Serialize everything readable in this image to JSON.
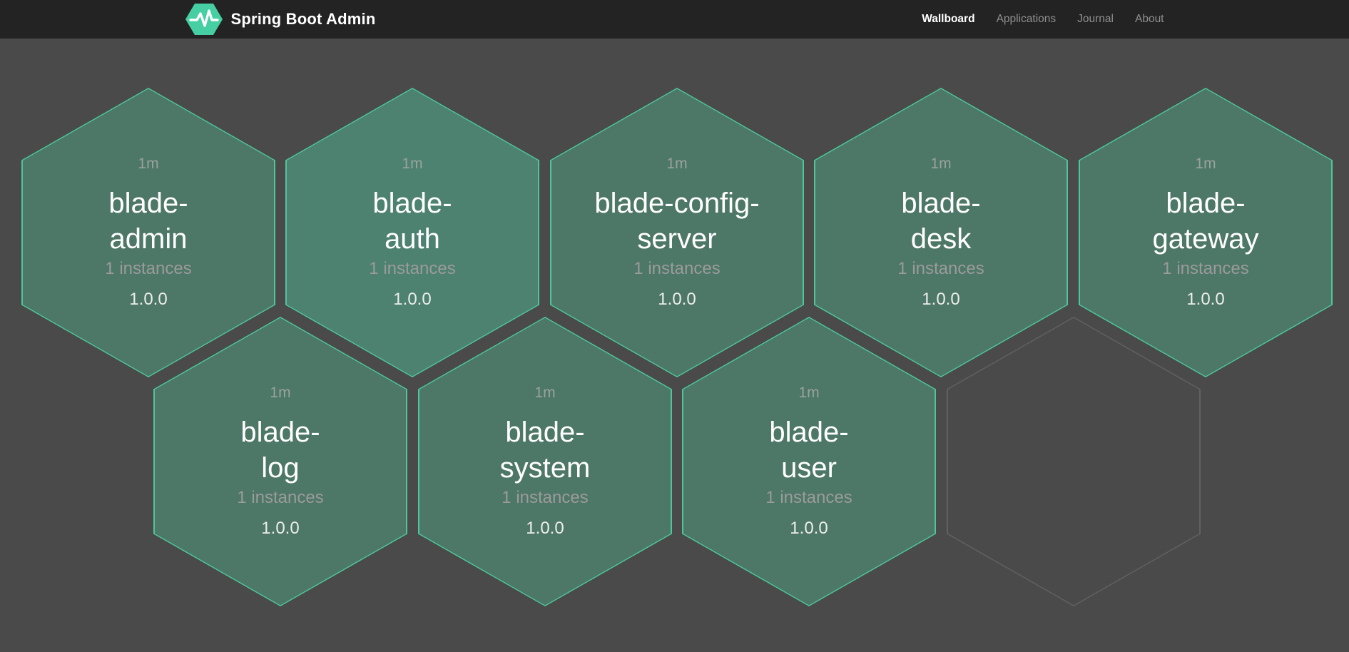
{
  "header": {
    "brand": "Spring Boot Admin",
    "nav": [
      {
        "label": "Wallboard",
        "active": true
      },
      {
        "label": "Applications",
        "active": false
      },
      {
        "label": "Journal",
        "active": false
      },
      {
        "label": "About",
        "active": false
      }
    ]
  },
  "colors": {
    "page_bg": "#4a4a4a",
    "header_bg": "#232323",
    "hex_fill": "#4d7767",
    "hex_fill_bright": "#4d8170",
    "hex_border": "#4cc79b",
    "empty_border": "#616161",
    "brand_green": "#45cfa2",
    "nav_inactive": "#8f8f8f"
  },
  "applications": [
    {
      "name": "blade-\nadmin",
      "uptime": "1m",
      "instances": "1 instances",
      "version": "1.0.0"
    },
    {
      "name": "blade-\nauth",
      "uptime": "1m",
      "instances": "1 instances",
      "version": "1.0.0"
    },
    {
      "name": "blade-config-\nserver",
      "uptime": "1m",
      "instances": "1 instances",
      "version": "1.0.0"
    },
    {
      "name": "blade-\ndesk",
      "uptime": "1m",
      "instances": "1 instances",
      "version": "1.0.0"
    },
    {
      "name": "blade-\ngateway",
      "uptime": "1m",
      "instances": "1 instances",
      "version": "1.0.0"
    },
    {
      "name": "blade-\nlog",
      "uptime": "1m",
      "instances": "1 instances",
      "version": "1.0.0"
    },
    {
      "name": "blade-\nsystem",
      "uptime": "1m",
      "instances": "1 instances",
      "version": "1.0.0"
    },
    {
      "name": "blade-\nuser",
      "uptime": "1m",
      "instances": "1 instances",
      "version": "1.0.0"
    }
  ],
  "empty_slots": 1
}
